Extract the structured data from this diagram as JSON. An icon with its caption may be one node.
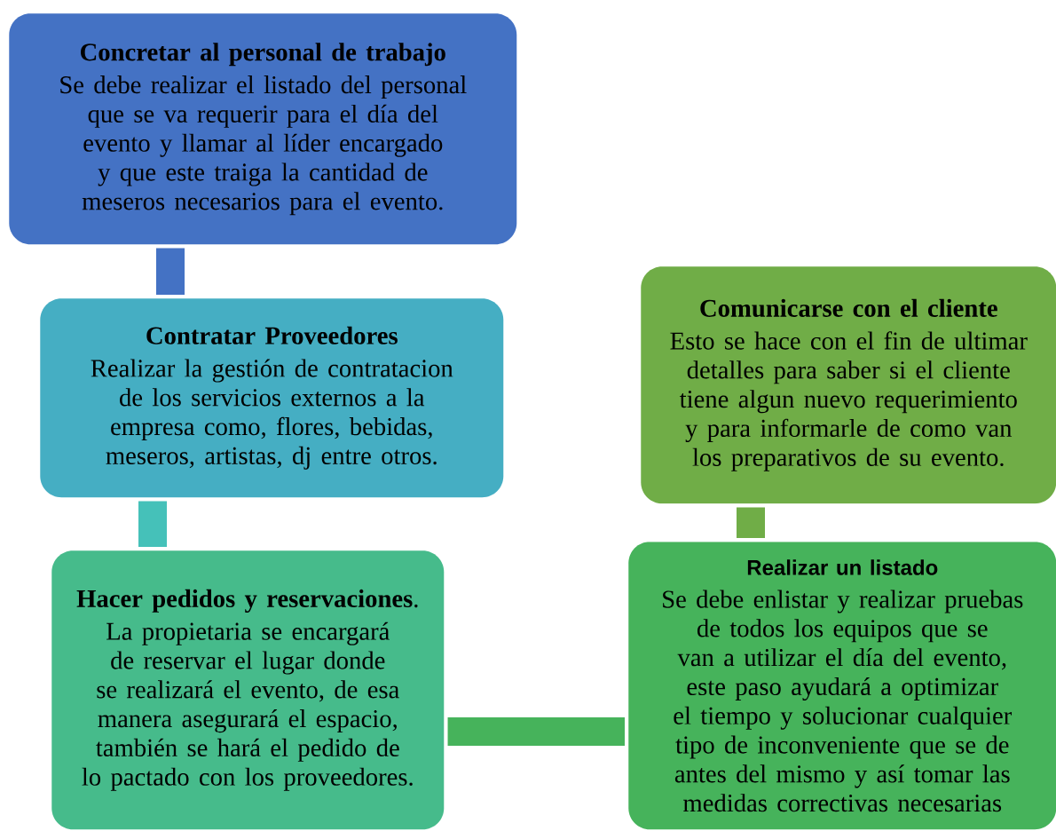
{
  "diagram": {
    "nodes": [
      {
        "text": [
          "Concretar al personal de trabajo",
          "Se debe realizar el listado del personal que se va requerir para el día del evento y llamar al líder encargado y que este traiga la cantidad de meseros necesarios para el evento."
        ]
      },
      {
        "text": [
          "Contratar Proveedores",
          "Realizar la gestión de contratacion de los servicios externos a la empresa como, flores, bebidas, meseros, artistas, dj entre otros."
        ]
      },
      {
        "text": [
          "**Hacer pedidos y reservaciones**.",
          "La propietaria se encargará de reservar el lugar donde se realizará el evento, de esa manera asegurará el espacio, también se hará el pedido de lo pactado con los proveedores."
        ]
      },
      {
        "text": [
          "Realizar un listado",
          "Se debe enlistar y realizar pruebas de todos los equipos que se van a utilizar el día del evento, este paso ayudará a optimizar el tiempo y solucionar cualquier tipo de inconveniente que se de antes del mismo y así tomar las medidas correctivas necesarias"
        ]
      },
      {
        "text": [
          "Comunicarse con el cliente",
          "Esto se hace con el fin de ultimar detalles para saber si el cliente tiene algun nuevo requerimiento y para informarle de como van los preparativos de su evento."
        ]
      }
    ],
    "edges": [
      {
        "from": 0,
        "to": 1,
        "arrow": "none",
        "color": "#4472c4"
      },
      {
        "from": 1,
        "to": 2,
        "arrow": "none",
        "color": "#45c1b9"
      },
      {
        "from": 2,
        "to": 3,
        "arrow": "none",
        "color": "#46b35b"
      },
      {
        "from": 3,
        "to": 4,
        "arrow": "none",
        "color": "#70ad47"
      }
    ]
  }
}
